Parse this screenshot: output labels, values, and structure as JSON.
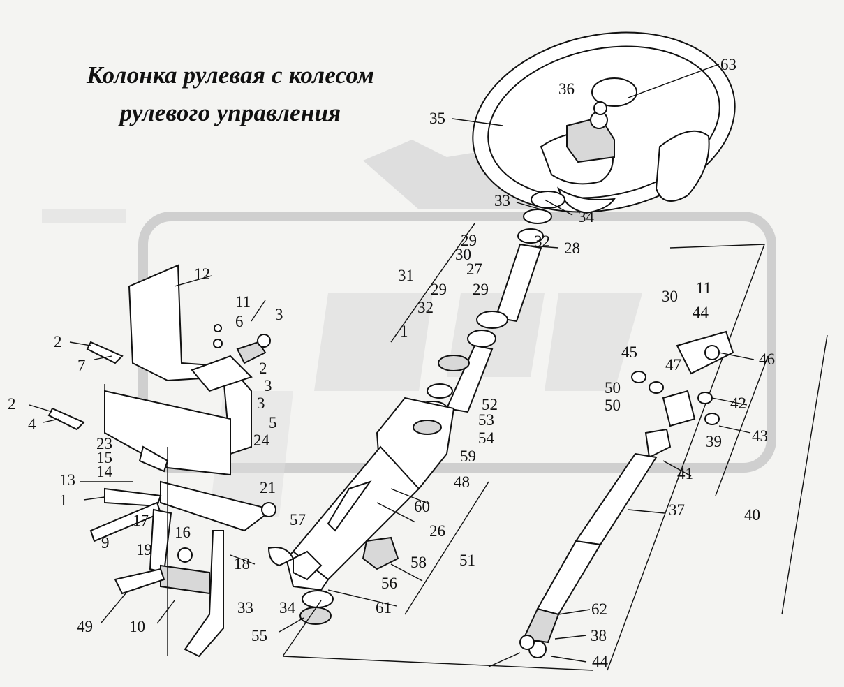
{
  "title": {
    "line1": "Колонка рулевая с колесом",
    "line2": "рулевого управления"
  },
  "labels": [
    "63",
    "36",
    "35",
    "33",
    "34",
    "32",
    "28",
    "29",
    "30",
    "27",
    "31",
    "29",
    "29",
    "32",
    "1",
    "12",
    "11",
    "6",
    "3",
    "2",
    "7",
    "2",
    "3",
    "3",
    "2",
    "4",
    "5",
    "24",
    "23",
    "15",
    "14",
    "13",
    "1",
    "21",
    "17",
    "9",
    "19",
    "16",
    "18",
    "49",
    "10",
    "33",
    "34",
    "55",
    "57",
    "56",
    "61",
    "58",
    "60",
    "26",
    "51",
    "52",
    "53",
    "54",
    "59",
    "48",
    "30",
    "11",
    "44",
    "46",
    "45",
    "47",
    "50",
    "50",
    "42",
    "39",
    "43",
    "41",
    "37",
    "40",
    "62",
    "38",
    "44"
  ],
  "colors": {
    "line": "#111111",
    "watermark": "#dedede",
    "paper": "#f4f4f2"
  }
}
